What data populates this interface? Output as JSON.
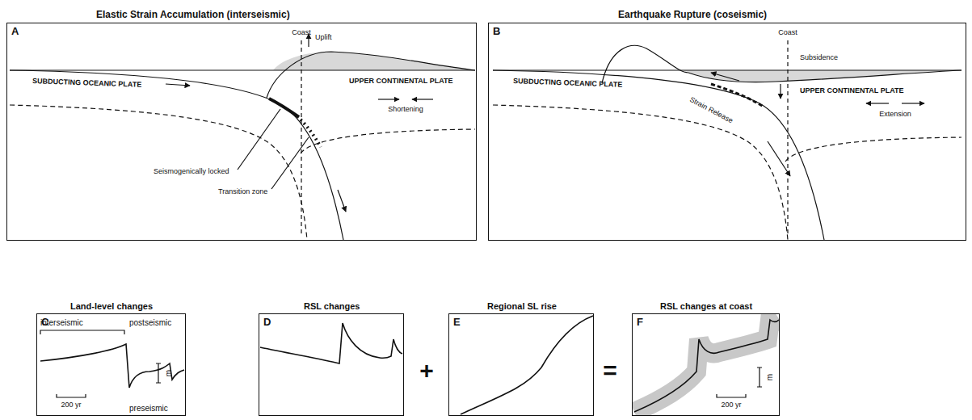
{
  "diagram": {
    "nodes": [
      {
        "text": [
          "Elastic Strain Accumulation (interseismic)",
          "A"
        ]
      },
      {
        "text": [
          "Earthquake Rupture (coseismic)",
          "B"
        ]
      },
      {
        "text": [
          "Land-level changes",
          "C"
        ]
      },
      {
        "text": [
          "RSL changes",
          "D"
        ]
      },
      {
        "text": [
          "Regional SL rise",
          "E"
        ]
      },
      {
        "text": [
          "RSL changes at coast",
          "F"
        ]
      }
    ],
    "labels": [
      "Coast",
      "Uplift",
      "SUBDUCTING OCEANIC PLATE",
      "UPPER CONTINENTAL PLATE",
      "Shortening",
      "Seismogenically locked",
      "Transition zone",
      "Coast",
      "Subsidence",
      "SUBDUCTING OCEANIC PLATE",
      "Strain Release",
      "UPPER CONTINENTAL PLATE",
      "Extension",
      "interseismic",
      "postseismic",
      "m",
      "200 yr",
      "preseismic",
      "+",
      "=",
      "m",
      "200 yr"
    ]
  }
}
